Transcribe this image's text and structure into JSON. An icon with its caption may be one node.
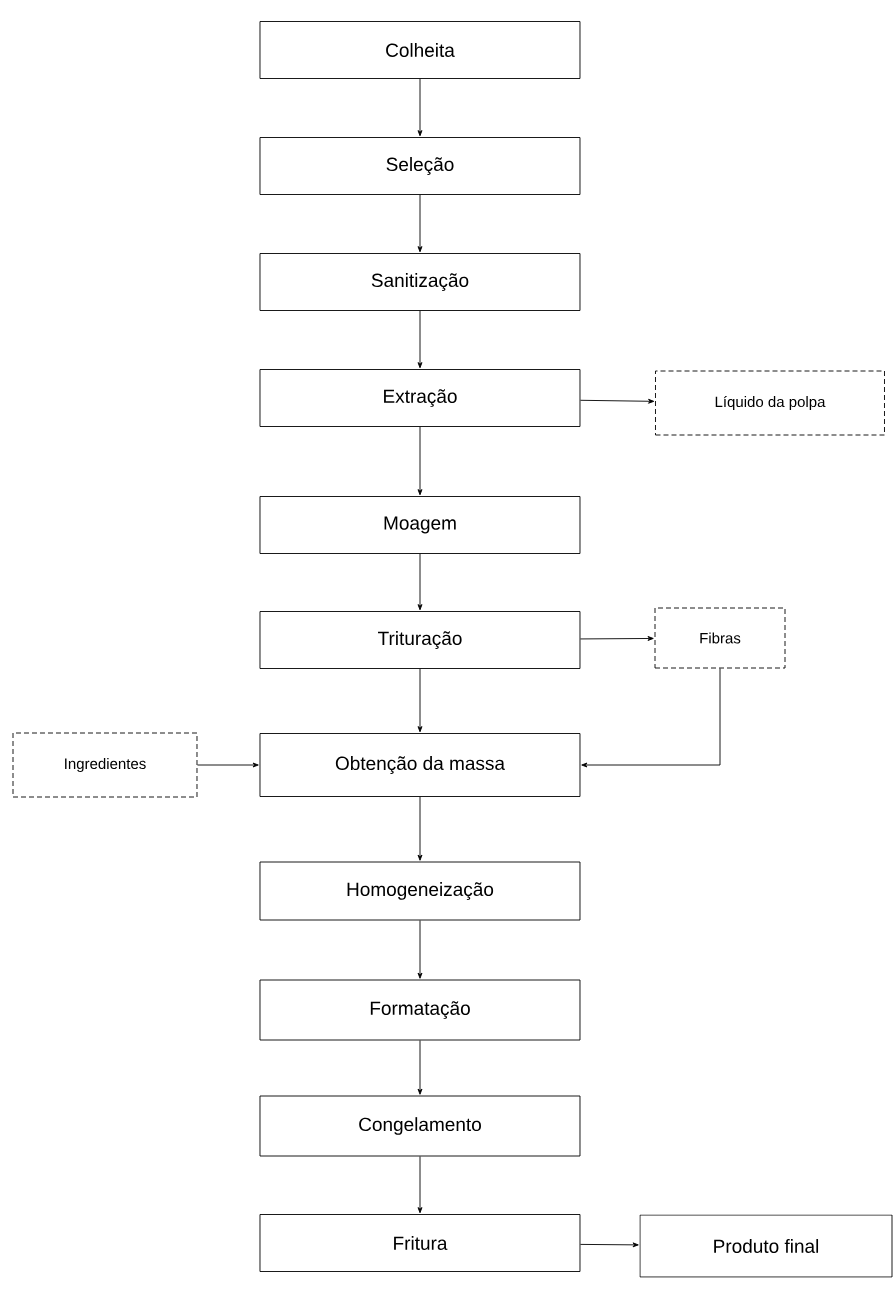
{
  "diagram": {
    "nodes": [
      {
        "text": [
          "Colheita"
        ]
      },
      {
        "text": [
          "Seleção"
        ]
      },
      {
        "text": [
          "Sanitização"
        ]
      },
      {
        "text": [
          "Extração"
        ]
      },
      {
        "text": [
          "Líquido da polpa"
        ]
      },
      {
        "text": [
          "Moagem"
        ]
      },
      {
        "text": [
          "Trituração"
        ]
      },
      {
        "text": [
          "Fibras"
        ]
      },
      {
        "text": [
          "Ingredientes"
        ]
      },
      {
        "text": [
          "Obtenção da massa"
        ]
      },
      {
        "text": [
          "Homogeneização"
        ]
      },
      {
        "text": [
          "Formatação"
        ]
      },
      {
        "text": [
          "Congelamento"
        ]
      },
      {
        "text": [
          "Fritura"
        ]
      },
      {
        "text": [
          "Produto final"
        ]
      }
    ],
    "edges": [
      {
        "from": 0,
        "to": 1,
        "arrow": "to"
      },
      {
        "from": 1,
        "to": 2,
        "arrow": "to"
      },
      {
        "from": 2,
        "to": 3,
        "arrow": "to"
      },
      {
        "from": 3,
        "to": 4,
        "arrow": "to"
      },
      {
        "from": 3,
        "to": 5,
        "arrow": "to"
      },
      {
        "from": 5,
        "to": 6,
        "arrow": "to"
      },
      {
        "from": 6,
        "to": 7,
        "arrow": "to"
      },
      {
        "from": 6,
        "to": 9,
        "arrow": "to"
      },
      {
        "from": 8,
        "to": 9,
        "arrow": "to"
      },
      {
        "from": 7,
        "to": 9,
        "arrow": "to"
      },
      {
        "from": 9,
        "to": 10,
        "arrow": "to"
      },
      {
        "from": 10,
        "to": 11,
        "arrow": "to"
      },
      {
        "from": 11,
        "to": 12,
        "arrow": "to"
      },
      {
        "from": 12,
        "to": 13,
        "arrow": "to"
      },
      {
        "from": 13,
        "to": 14,
        "arrow": "to"
      }
    ]
  }
}
